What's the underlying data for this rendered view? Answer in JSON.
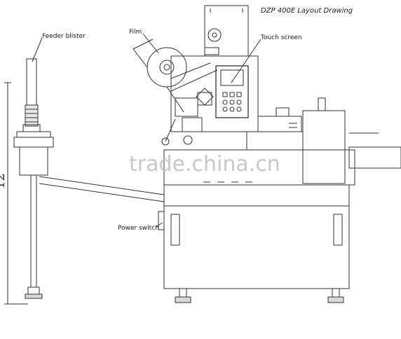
{
  "drawing": {
    "title": "DZP 400E Layout Drawing",
    "watermark": "trade.china.cn"
  },
  "callouts": {
    "feeder_blister": "Feeder blister",
    "film": "Film",
    "touch_screen": "Touch screen",
    "power_switch": "Power switch"
  },
  "dimension": {
    "height_label": "12"
  },
  "colors": {
    "line": "#333333",
    "watermark": "#c9c9c9",
    "background": "#ffffff"
  }
}
